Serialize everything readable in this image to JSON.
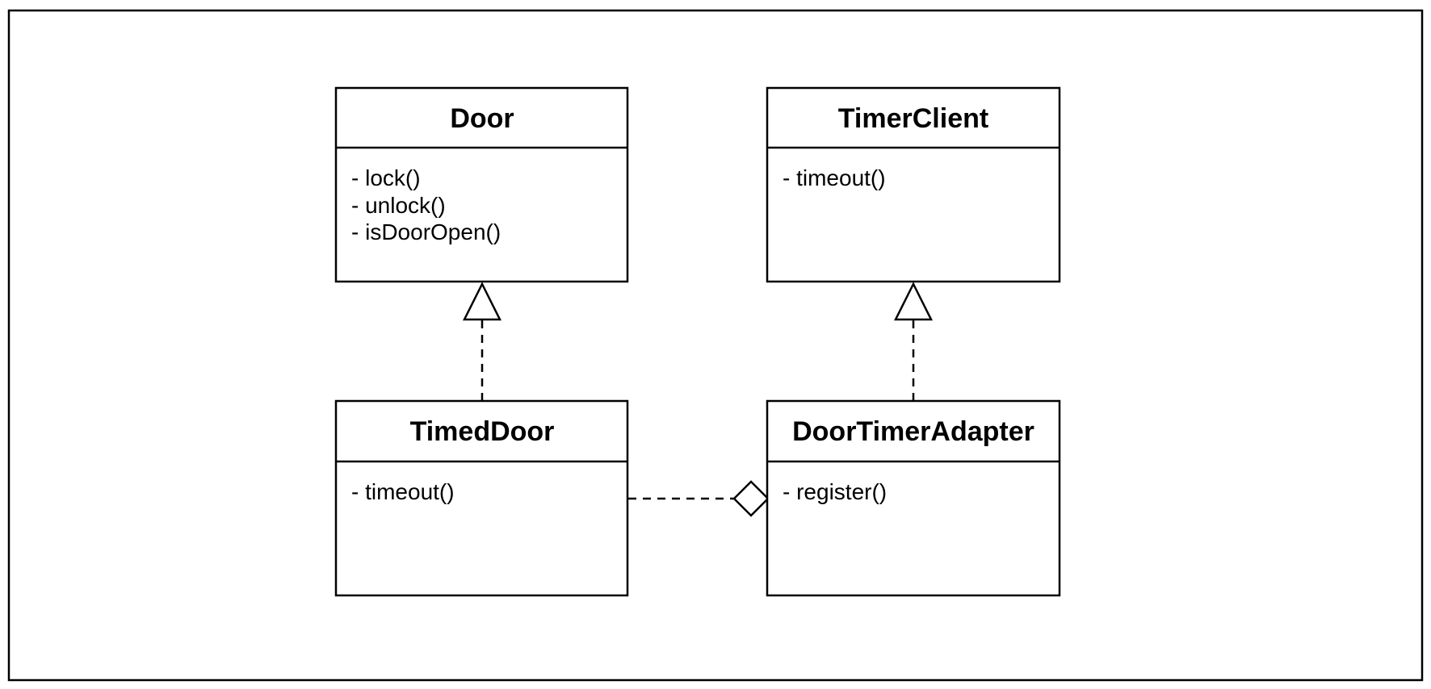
{
  "classes": {
    "door": {
      "name": "Door",
      "members": [
        "- lock()",
        "- unlock()",
        "- isDoorOpen()"
      ]
    },
    "timer_client": {
      "name": "TimerClient",
      "members": [
        "- timeout()"
      ]
    },
    "timed_door": {
      "name": "TimedDoor",
      "members": [
        "- timeout()"
      ]
    },
    "door_timer_adapter": {
      "name": "DoorTimerAdapter",
      "members": [
        "- register()"
      ]
    }
  },
  "relations": [
    {
      "from": "timed_door",
      "to": "door",
      "type": "realization"
    },
    {
      "from": "door_timer_adapter",
      "to": "timer_client",
      "type": "realization"
    },
    {
      "from": "timed_door",
      "to": "door_timer_adapter",
      "type": "aggregation"
    }
  ]
}
